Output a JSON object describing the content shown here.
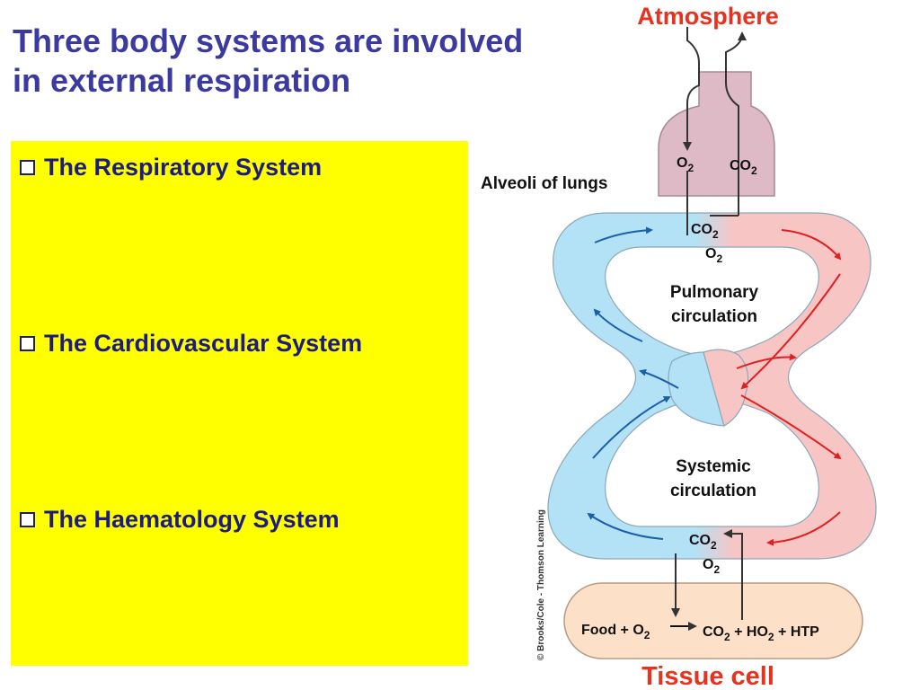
{
  "slide": {
    "title_line1": "Three body systems are involved",
    "title_line2": "in external respiration",
    "bullets": [
      "The Respiratory System",
      "The Cardiovascular System",
      "The Haematology System"
    ]
  },
  "diagram": {
    "atmosphere": "Atmosphere",
    "alveoli": "Alveoli of lungs",
    "pulmonary_line1": "Pulmonary",
    "pulmonary_line2": "circulation",
    "systemic_line1": "Systemic",
    "systemic_line2": "circulation",
    "tissue_cell": "Tissue cell",
    "credit": "© Brooks/Cole - Thomson Learning",
    "gas_top": {
      "o2": "O",
      "co2": "CO",
      "sub": "2"
    },
    "gas_pulmonary": {
      "co2": "CO",
      "o2": "O",
      "sub": "2"
    },
    "gas_systemic": {
      "co2": "CO",
      "o2": "O",
      "sub": "2"
    },
    "equation": {
      "food": "Food + O",
      "sub1": "2",
      "co2": "CO",
      "sub2": "2",
      "plus_ho": " + HO",
      "sub3": "2",
      "htp": " + HTP"
    }
  },
  "colors": {
    "title": "#3a3aa0",
    "bullet_text": "#1c1c80",
    "highlight_box": "#ffff00",
    "label_red": "#e8321e",
    "vessel_blue": "#b3e1f5",
    "vessel_pink": "#f8c5c5",
    "lung_pink": "#ddbac6",
    "tissue_peach": "#fde0c8",
    "arrow_blue": "#1a5fa8",
    "arrow_red": "#e02020"
  }
}
